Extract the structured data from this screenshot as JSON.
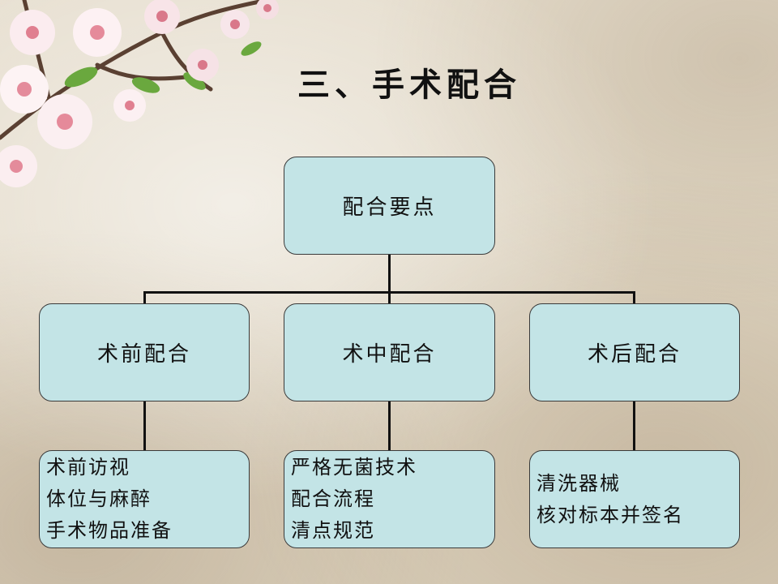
{
  "title": "三、手术配合",
  "root": {
    "label": "配合要点"
  },
  "branches": [
    {
      "label": "术前配合",
      "items": [
        "术前访视",
        "体位与麻醉",
        "手术物品准备"
      ]
    },
    {
      "label": "术中配合",
      "items": [
        "严格无菌技术",
        "配合流程",
        "清点规范"
      ]
    },
    {
      "label": "术后配合",
      "items": [
        "清洗器械",
        "核对标本并签名"
      ]
    }
  ],
  "colors": {
    "box_fill": "#c3e4e6",
    "box_border": "#3a3a3a",
    "connector": "#111111",
    "background": "#e2d9c7"
  },
  "decoration": "cherry-blossom-branch"
}
